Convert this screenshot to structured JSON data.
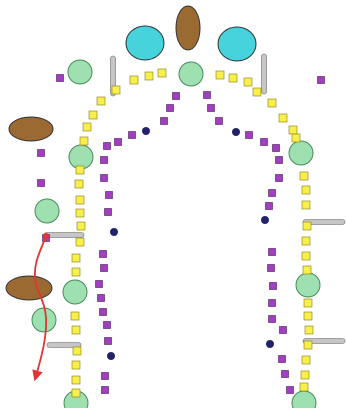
{
  "diagram": {
    "shapes": [
      "brown-oval",
      "cyan-circle",
      "green-circle",
      "gray-pill",
      "yellow-square",
      "purple-square",
      "navy-dot",
      "red-arrow"
    ],
    "colors": {
      "brown": "#9b6a33",
      "cyan": "#46d3dc",
      "green": "#9ee0b0",
      "gray": "#c6c6c6",
      "yellow": "#f7ef4a",
      "purple": "#a03fbf",
      "navy": "#22226a",
      "red": "#e33434",
      "outline": "#333333",
      "background": "#ffffff"
    }
  }
}
